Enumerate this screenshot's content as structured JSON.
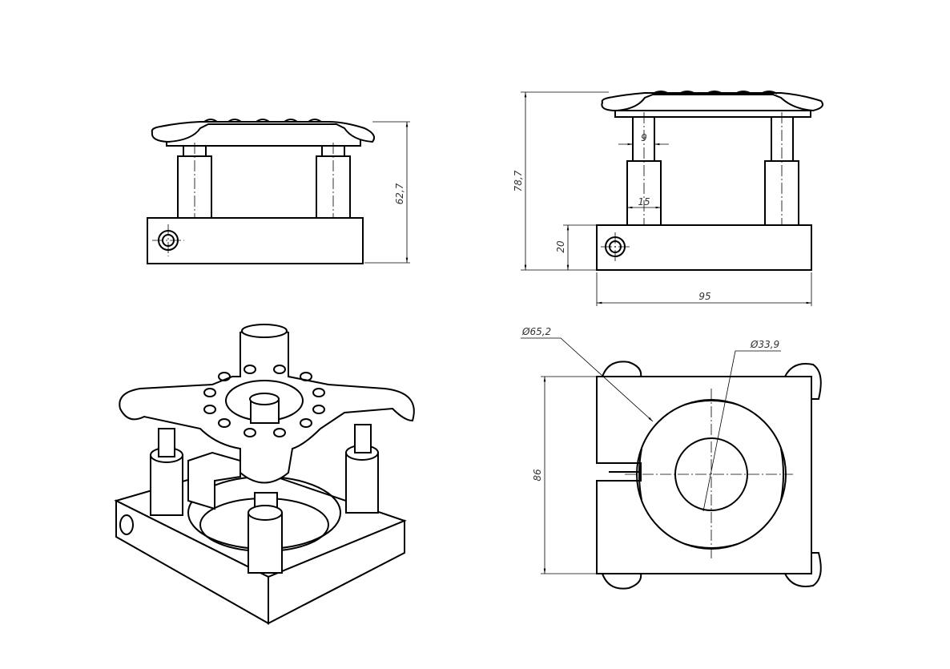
{
  "drawing": {
    "views": [
      "front-view",
      "side-view",
      "isometric-view",
      "top-view"
    ],
    "dimensions": {
      "front_height": "62,7",
      "side_height": "78,7",
      "post_diameter_small": "9",
      "post_diameter_large": "15",
      "base_height": "20",
      "base_width": "95",
      "outer_diameter": "Ø65,2",
      "inner_diameter": "Ø33,9",
      "base_depth": "86"
    }
  }
}
